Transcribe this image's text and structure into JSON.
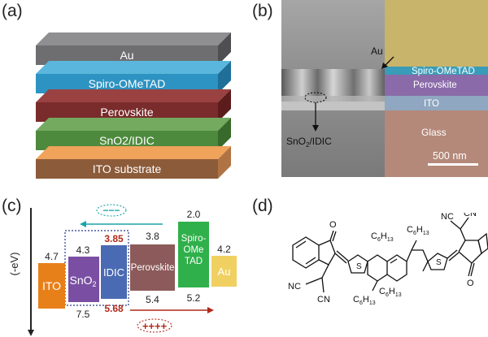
{
  "panels": {
    "a": "(a)",
    "b": "(b)",
    "c": "(c)",
    "d": "(d)"
  },
  "panel_a": {
    "layers": [
      {
        "label": "Au",
        "front": "#6e6e70",
        "top": "#8f8f91",
        "side": "#4f4f51"
      },
      {
        "label": "Spiro-OMeTAD",
        "front": "#2d93c2",
        "top": "#5ab6dc",
        "side": "#1f6f98"
      },
      {
        "label": "Perovskite",
        "front": "#7a2b2b",
        "top": "#9a4141",
        "side": "#5c1c1c"
      },
      {
        "label": "SnO2/IDIC",
        "front": "#4e8a3e",
        "top": "#73aa5f",
        "side": "#386a2b"
      },
      {
        "label": "ITO substrate",
        "front": "#8c5b3a",
        "top": "#f0a35a",
        "side": "#b07444"
      }
    ]
  },
  "panel_b": {
    "labels": {
      "au": "Au",
      "spiro": "Spiro-OMeTAD",
      "perovskite": "Perovskite",
      "ito": "ITO",
      "glass": "Glass",
      "sno2_prefix": "SnO",
      "sno2_sub": "2",
      "sno2_suffix": "/IDIC",
      "scale": "500 nm"
    }
  },
  "panel_c": {
    "axis_label": "(-eV)",
    "blocks": [
      {
        "label": "ITO",
        "color": "#e8801a",
        "top": "4.7",
        "bottom": ""
      },
      {
        "label_main": "SnO",
        "label_sub": "2",
        "color": "#7a4fa3",
        "top": "4.3",
        "bottom": "7.5"
      },
      {
        "label": "IDIC",
        "color": "#4a6ab3",
        "top": "3.85",
        "bottom": "5.68"
      },
      {
        "label": "Perovskite",
        "color": "#8c5a5a",
        "top": "3.8",
        "bottom": "5.4"
      },
      {
        "label_lines": [
          "Spiro-",
          "OMe",
          "TAD"
        ],
        "color": "#2fb04a",
        "top": "2.0",
        "bottom": "5.2"
      },
      {
        "label": "Au",
        "color": "#f0d060",
        "top": "4.2",
        "bottom": ""
      }
    ],
    "accent_red": "#b0291b",
    "accent_teal": "#1aa3a8",
    "minus": "−−−",
    "plus": "++++"
  },
  "panel_d": {
    "groups": {
      "o": "O",
      "nc": "NC",
      "cn": "CN",
      "c6h13_c": "C",
      "c6h13_6": "6",
      "c6h13_h": "H",
      "c6h13_13": "13",
      "s": "S"
    }
  }
}
